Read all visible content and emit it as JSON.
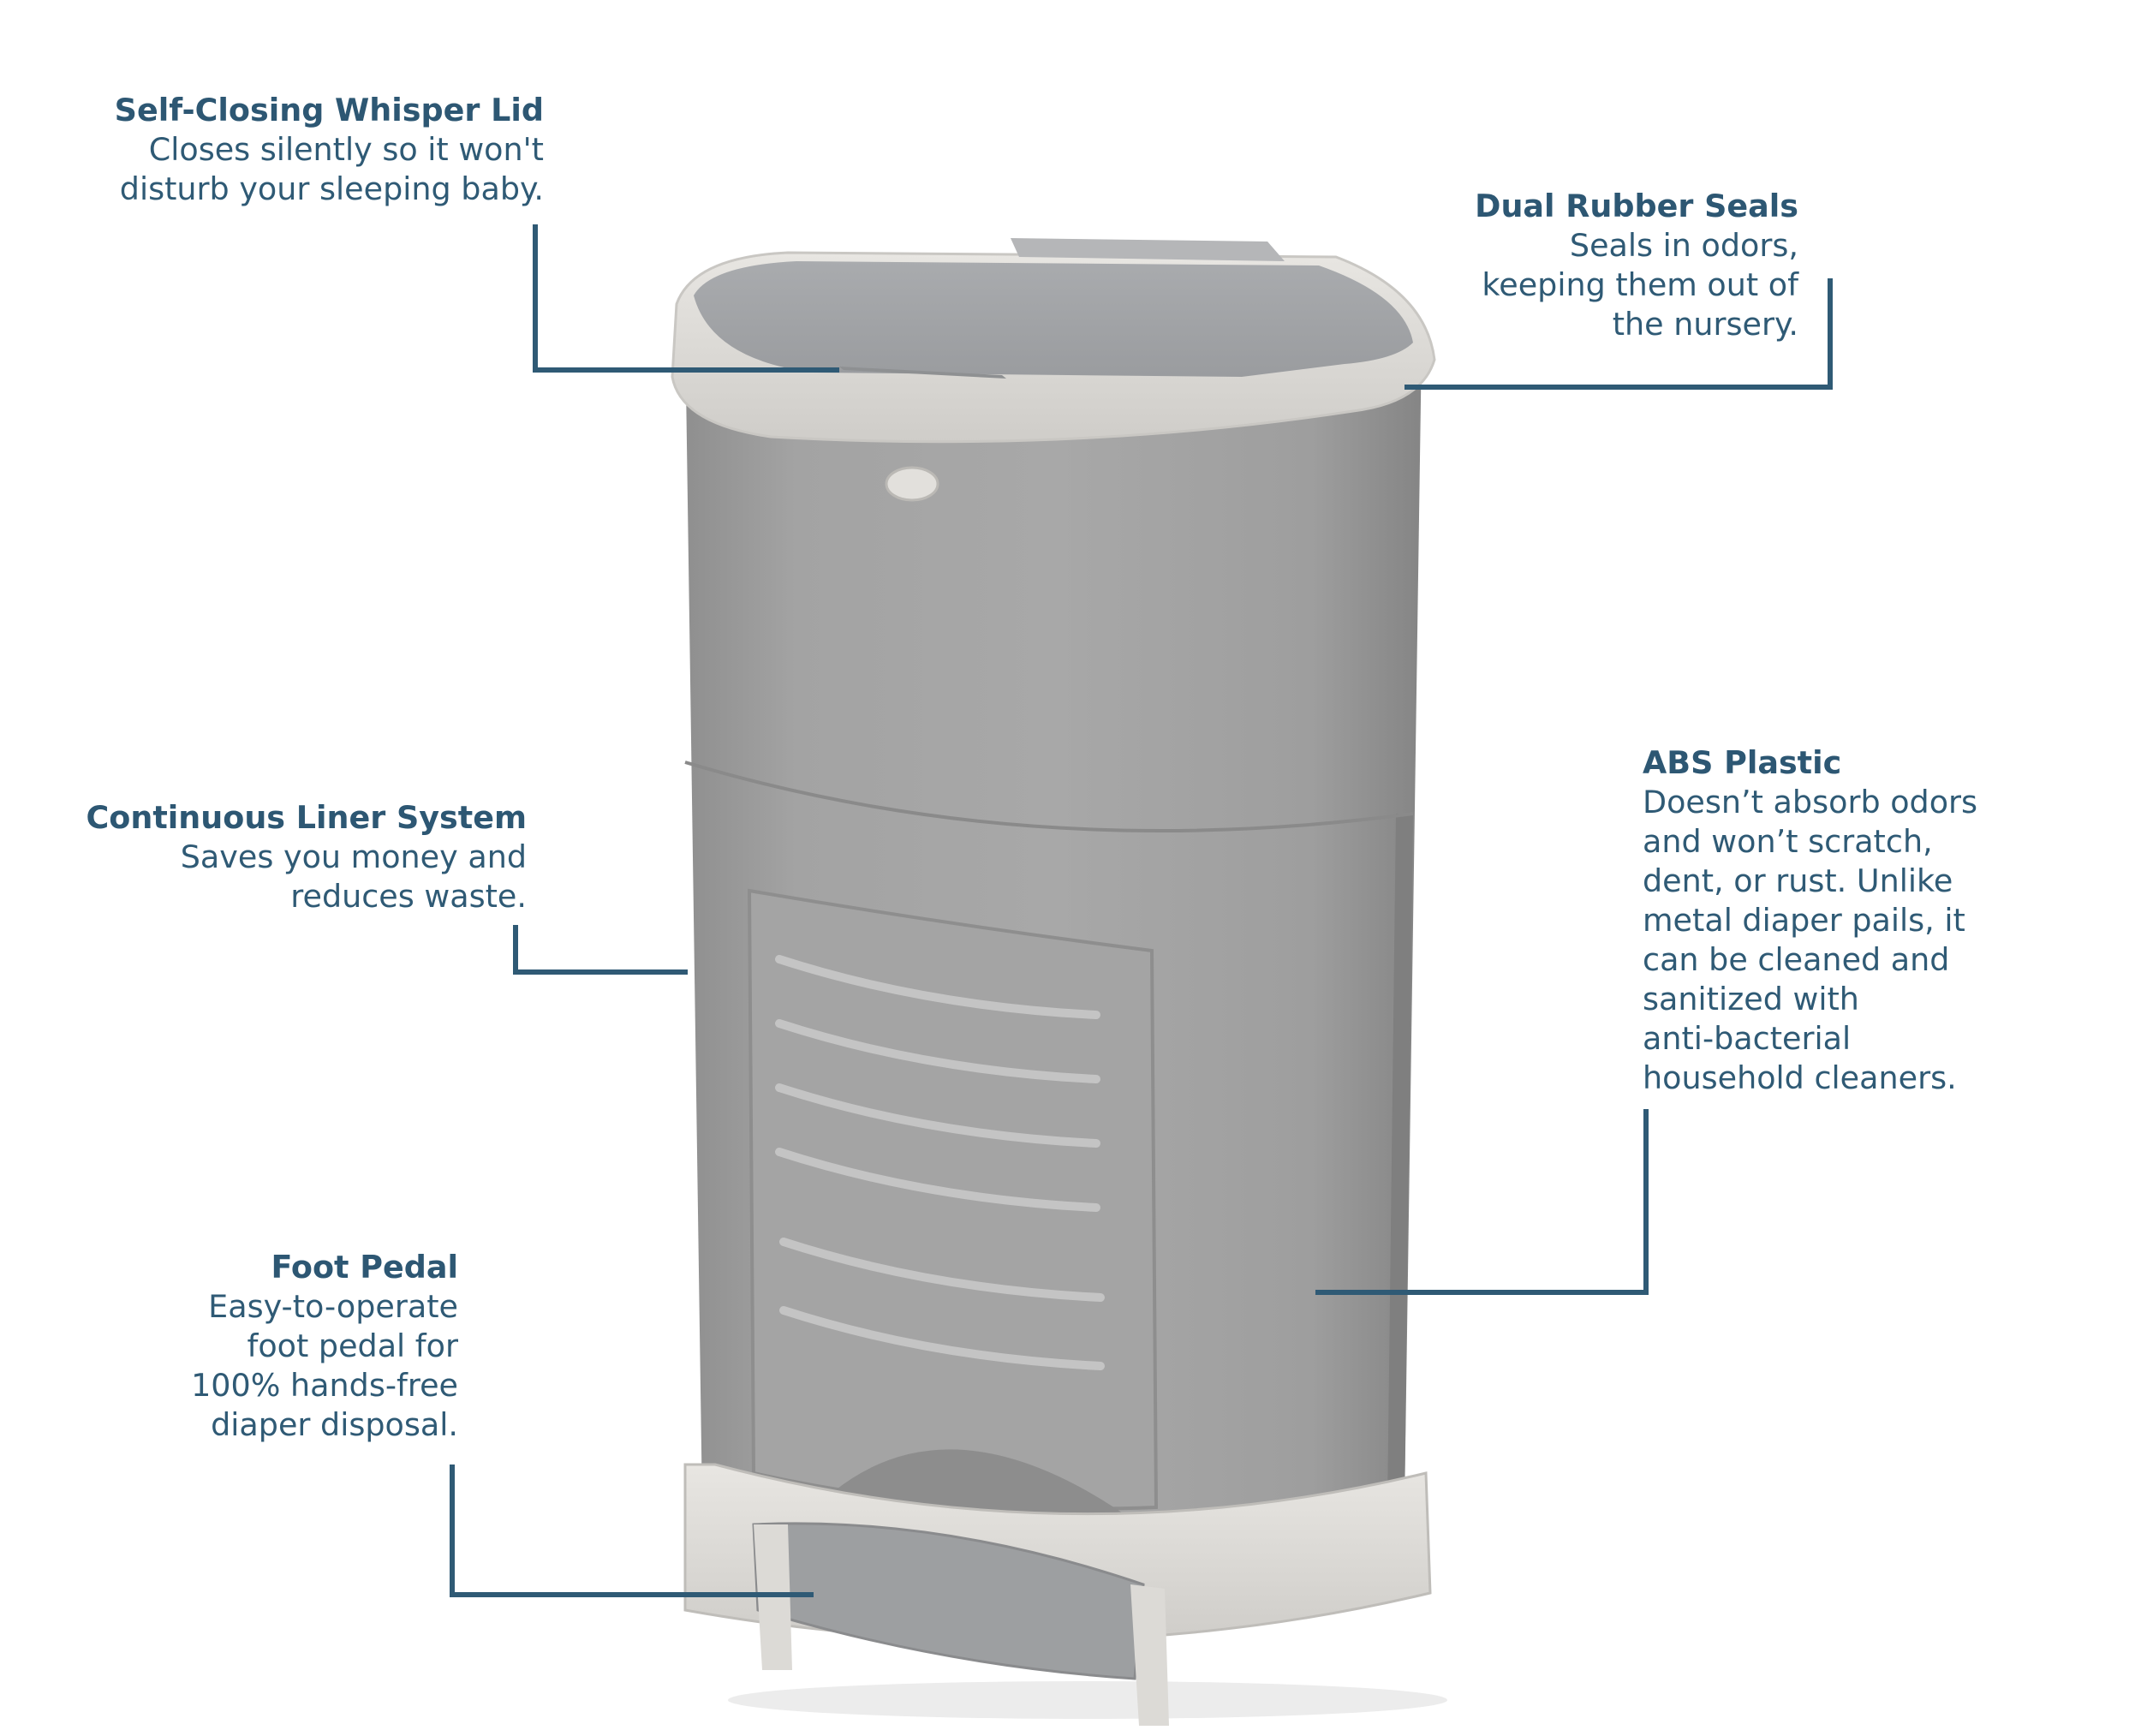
{
  "colors": {
    "accent_text": "#2d5773",
    "leader_line": "#2f5a75",
    "pail_body": "#9a9a9a",
    "pail_trim": "#dcdad6"
  },
  "callouts": {
    "lid": {
      "title": "Self-Closing Whisper Lid",
      "lines": [
        "Closes silently so it won't",
        "disturb your sleeping baby."
      ]
    },
    "seals": {
      "title": "Dual Rubber Seals",
      "lines": [
        "Seals in odors,",
        "keeping them out of",
        "the nursery."
      ]
    },
    "liner": {
      "title": "Continuous Liner System",
      "lines": [
        "Saves you money and",
        "reduces waste."
      ]
    },
    "plastic": {
      "title": "ABS Plastic",
      "lines": [
        "Doesn’t absorb odors",
        "and won’t scratch,",
        "dent, or rust. Unlike",
        "metal diaper pails, it",
        "can be cleaned and",
        "sanitized with",
        "anti-bacterial",
        "household cleaners."
      ]
    },
    "pedal": {
      "title": "Foot Pedal",
      "lines": [
        "Easy-to-operate",
        "foot pedal for",
        "100% hands-free",
        "diaper disposal."
      ]
    }
  }
}
